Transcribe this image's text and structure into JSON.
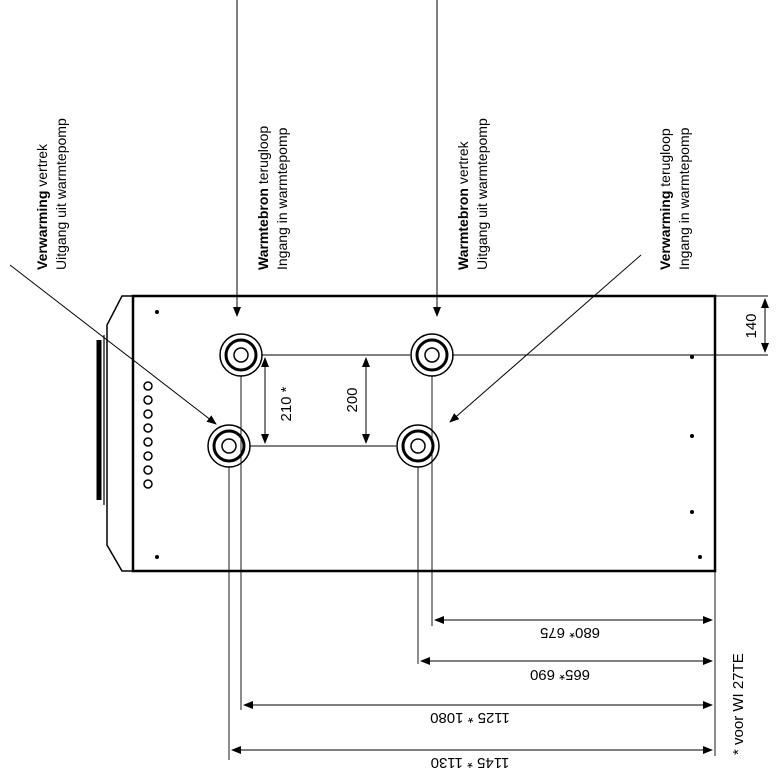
{
  "connections": [
    {
      "bold": "Verwarming",
      "rest": " vertrek",
      "line2": "Uitgang uit warmtepomp"
    },
    {
      "bold": "Warmtebron",
      "rest": " terugloop",
      "line2": "Ingang in warmtepomp"
    },
    {
      "bold": "Warmtebron",
      "rest": " vertrek",
      "line2": "Uitgang uit warmtepomp"
    },
    {
      "bold": "Verwarming",
      "rest": " terugloop",
      "line2": "Ingang in warmtepomp"
    }
  ],
  "dimensions": {
    "d140": "140",
    "d200": "200",
    "d210": "210 *",
    "d1": "680*    675",
    "d2": "665*    690",
    "d3": "1125 *    1080",
    "d4": "1145 *    1130"
  },
  "footnote": "* voor WI 27TE"
}
